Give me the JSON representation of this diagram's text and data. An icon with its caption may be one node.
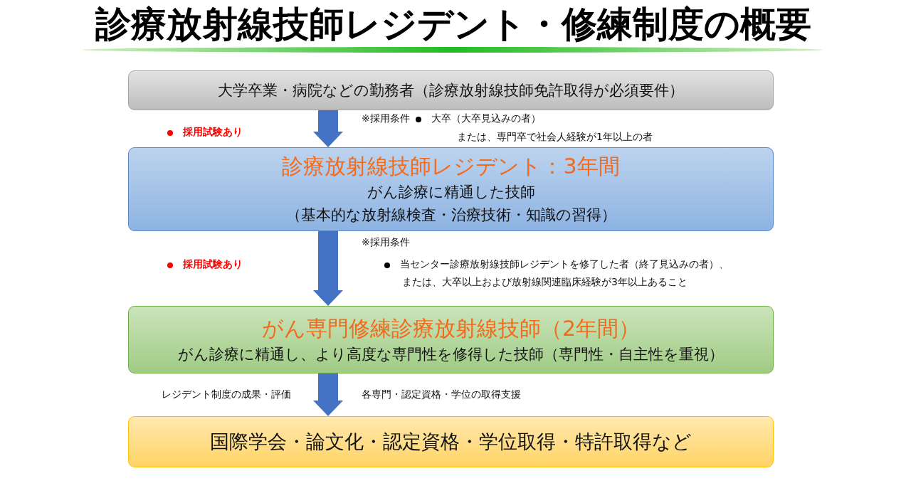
{
  "diagram": {
    "title": "診療放射線技師レジデント・修練制度の概要",
    "nodes": [
      {
        "text": [
          "大学卒業・病院などの勤務者（診療放射線技師免許取得が必須要件）"
        ]
      },
      {
        "text": [
          "診療放射線技師レジデント：3年間",
          "がん診療に精通した技師",
          "（基本的な放射線検査・治療技術・知識の習得）"
        ]
      },
      {
        "text": [
          "がん専門修練診療放射線技師（2年間）",
          "がん診療に精通し、より高度な専門性を修得した技師（専門性・自主性を重視）"
        ]
      },
      {
        "text": [
          "国際学会・論文化・認定資格・学位取得・特許取得など"
        ]
      }
    ],
    "edges": [
      {
        "from": 0,
        "to": 1,
        "arrow": "to"
      },
      {
        "from": 1,
        "to": 2,
        "arrow": "to"
      },
      {
        "from": 2,
        "to": 3,
        "arrow": "to"
      }
    ],
    "labels": [
      "※採用条件",
      "大卒（大卒見込みの者）",
      "採用試験あり",
      "または、専門卒で社会人経験が1年以上の者",
      "※採用条件",
      "採用試験あり",
      "当センター診療放射線技師レジデントを修了した者（終了見込みの者）、",
      "または、大卒以上および放射線関連臨床経験が3年以上あること",
      "レジデント制度の成果・評価",
      "各専門・認定資格・学位の取得支援"
    ]
  }
}
